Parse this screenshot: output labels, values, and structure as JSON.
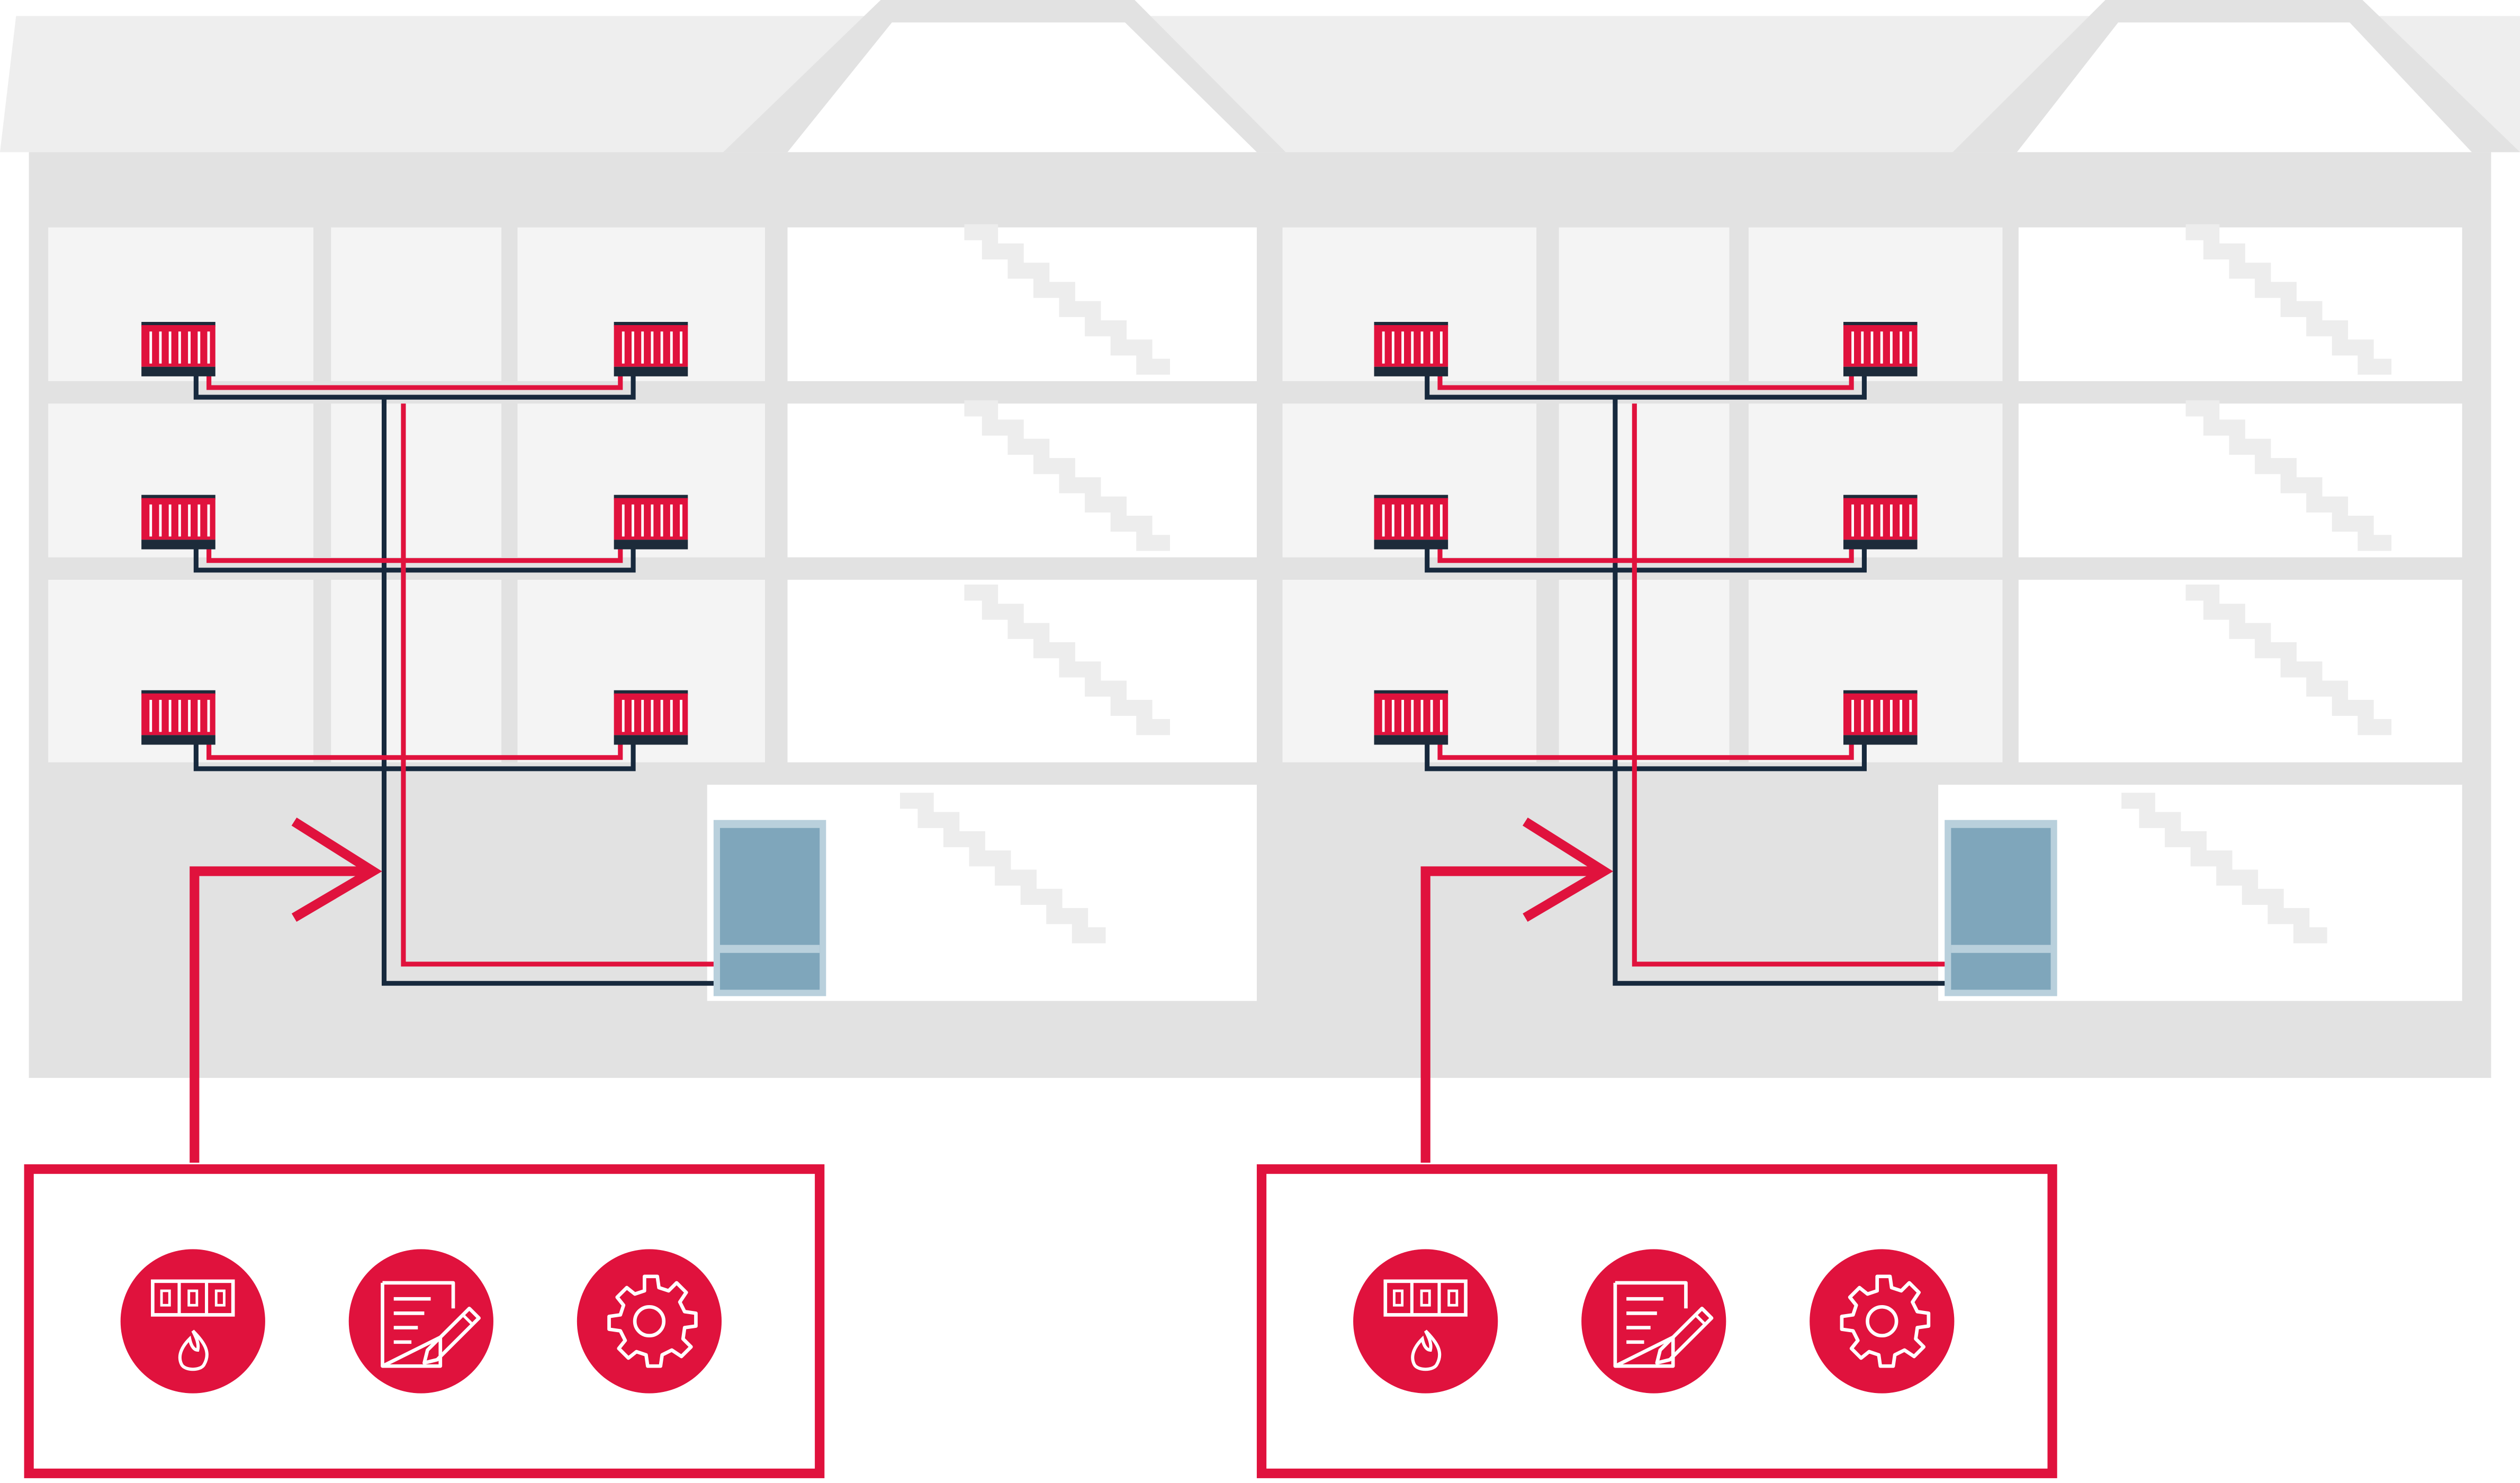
{
  "colors": {
    "background": "#ffffff",
    "wall": "#e2e2e2",
    "room": "#f4f4f4",
    "roof": "#eeeeee",
    "stair_room": "#ffffff",
    "stair": "#f0f0f0",
    "flow_pipe": "#e0123d",
    "return_pipe": "#17293d",
    "radiator": "#e0123d",
    "radiator_base": "#1d2b3a",
    "unit_body": "#7fa6bb",
    "unit_frame": "#b9d0dc",
    "accent": "#e0123d"
  },
  "buildings": [
    {
      "name": "building-left",
      "floors": 3,
      "radiators_per_floor": 2,
      "heating_unit": "heat-generator",
      "panel_icons": [
        "meter-flame-icon",
        "document-edit-icon",
        "gear-icon"
      ]
    },
    {
      "name": "building-right",
      "floors": 3,
      "radiators_per_floor": 2,
      "heating_unit": "heat-generator",
      "panel_icons": [
        "meter-flame-icon",
        "document-edit-icon",
        "gear-icon"
      ]
    }
  ]
}
